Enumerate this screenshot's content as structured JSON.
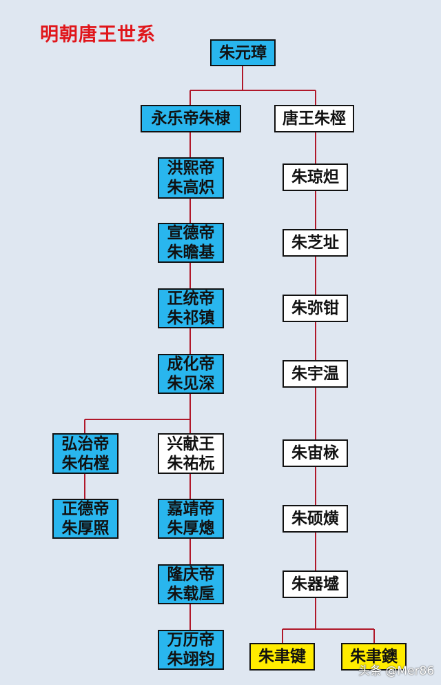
{
  "title": "明朝唐王世系",
  "watermark": "头条 @Mer86",
  "colors": {
    "line": "#b0182a",
    "emperor_fill": "#29b6ee",
    "prince_fill": "#ffffff",
    "last_fill": "#ffec00",
    "title": "#e0161b"
  },
  "nodes": {
    "zhu_yuanzhang": {
      "lines": [
        "朱元璋"
      ]
    },
    "yongle": {
      "lines": [
        "永乐帝朱棣"
      ]
    },
    "tangwang": {
      "lines": [
        "唐王朱桱"
      ]
    },
    "hongxi": {
      "lines": [
        "洪熙帝",
        "朱高炽"
      ]
    },
    "xuande": {
      "lines": [
        "宣德帝",
        "朱瞻基"
      ]
    },
    "zhengtong": {
      "lines": [
        "正统帝",
        "朱祁镇"
      ]
    },
    "chenghua": {
      "lines": [
        "成化帝",
        "朱见深"
      ]
    },
    "hongzhi": {
      "lines": [
        "弘治帝",
        "朱佑樘"
      ]
    },
    "zhengde": {
      "lines": [
        "正德帝",
        "朱厚照"
      ]
    },
    "xingxian": {
      "lines": [
        "兴献王",
        "朱祐杬"
      ]
    },
    "jiajing": {
      "lines": [
        "嘉靖帝",
        "朱厚熜"
      ]
    },
    "longqing": {
      "lines": [
        "隆庆帝",
        "朱载垕"
      ]
    },
    "wanli": {
      "lines": [
        "万历帝",
        "朱翊钧"
      ]
    },
    "t1": {
      "lines": [
        "朱琼炟"
      ]
    },
    "t2": {
      "lines": [
        "朱芝址"
      ]
    },
    "t3": {
      "lines": [
        "朱弥钳"
      ]
    },
    "t4": {
      "lines": [
        "朱宇温"
      ]
    },
    "t5": {
      "lines": [
        "朱宙栐"
      ]
    },
    "t6": {
      "lines": [
        "朱硕熿"
      ]
    },
    "t7": {
      "lines": [
        "朱器墭"
      ]
    },
    "y1": {
      "lines": [
        "朱聿键"
      ]
    },
    "y2": {
      "lines": [
        "朱聿鐭"
      ]
    }
  }
}
